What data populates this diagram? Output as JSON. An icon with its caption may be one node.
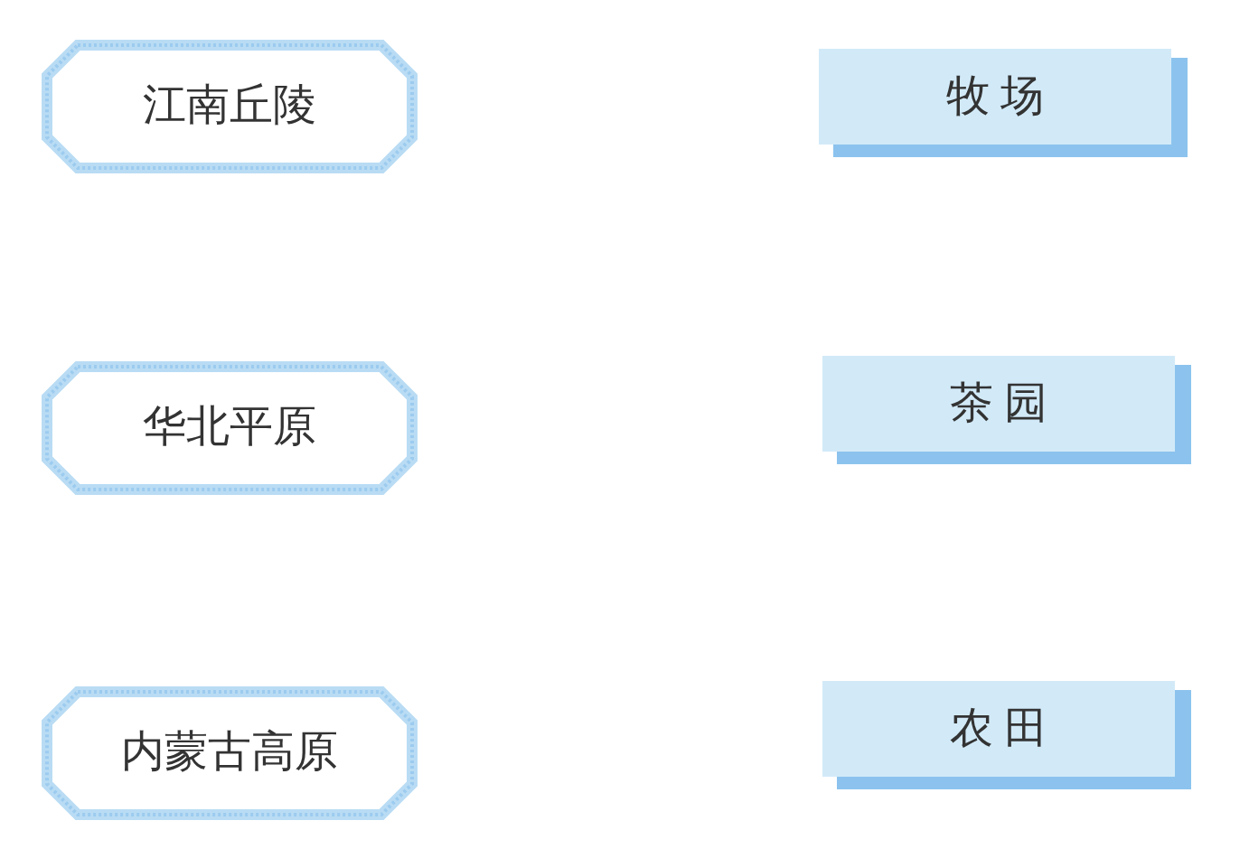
{
  "diagram": {
    "nodes": [
      {
        "text": [
          "江南丘陵"
        ]
      },
      {
        "text": [
          "牧 场"
        ]
      },
      {
        "text": [
          "华北平原"
        ]
      },
      {
        "text": [
          "茶 园"
        ]
      },
      {
        "text": [
          "内蒙古高原"
        ]
      },
      {
        "text": [
          "农 田"
        ]
      }
    ]
  }
}
